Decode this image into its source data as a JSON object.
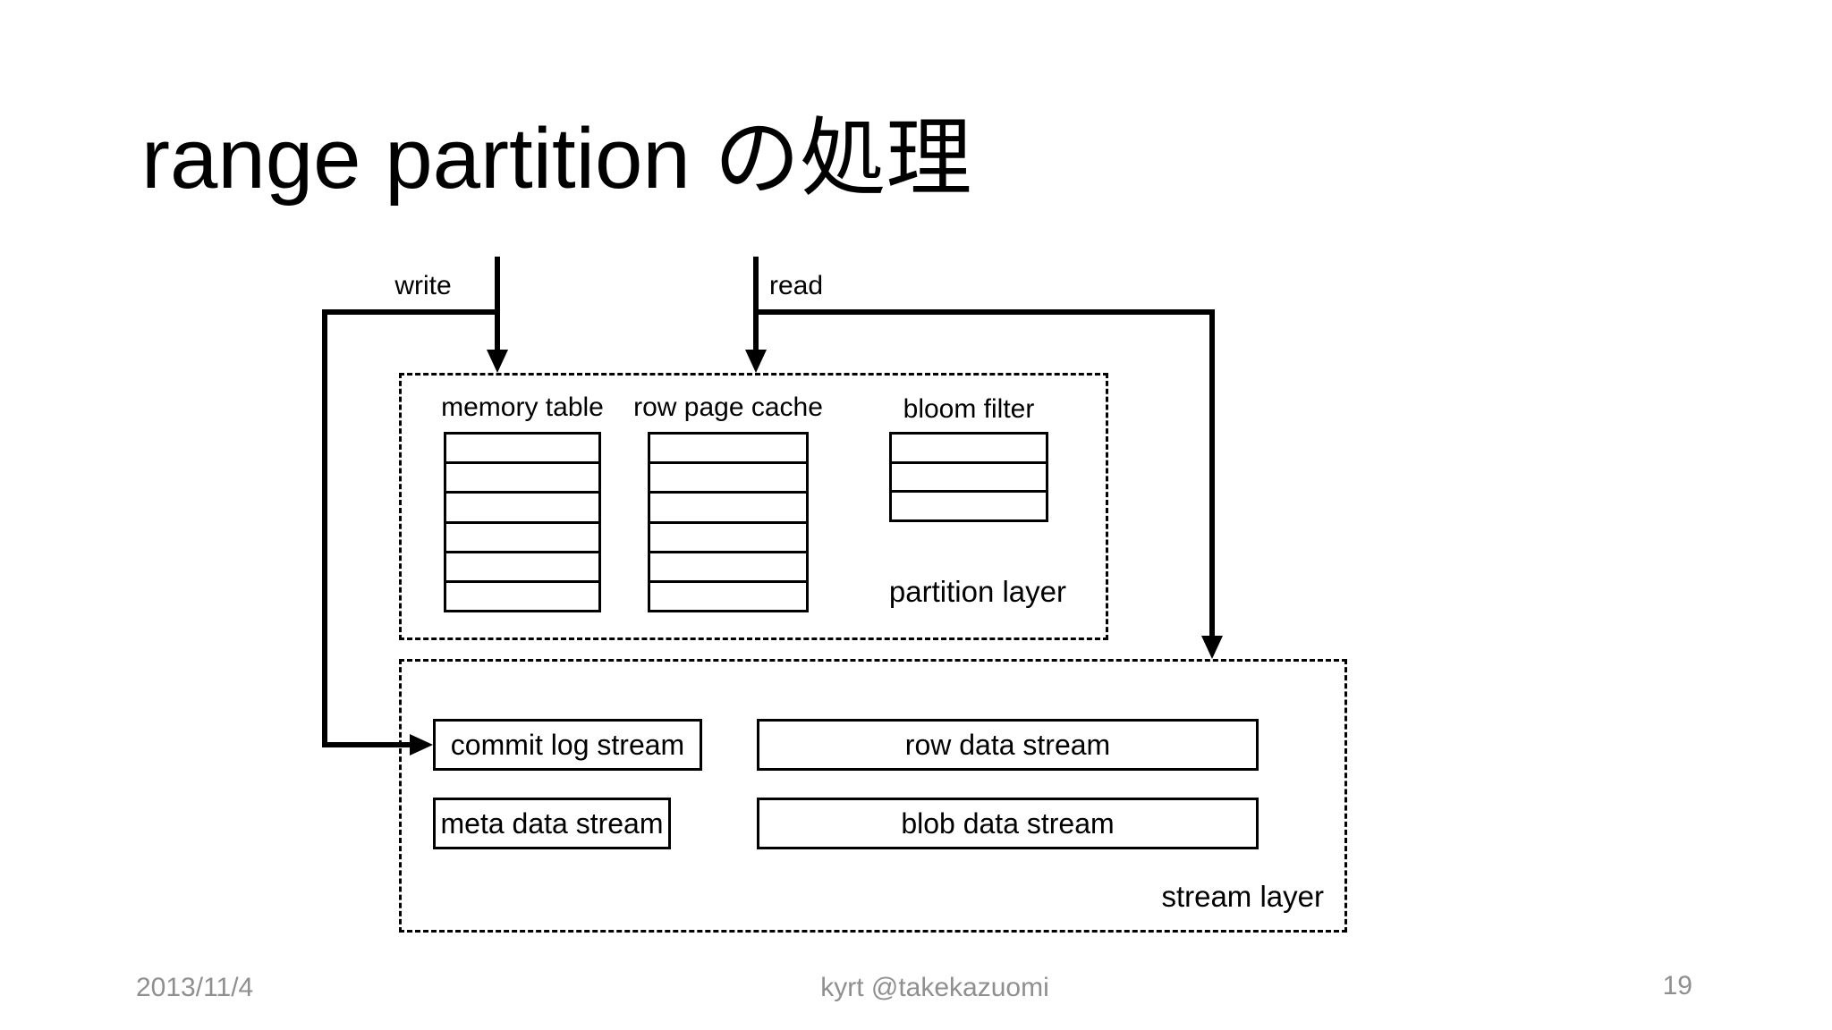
{
  "slide": {
    "title": "range partition の処理",
    "footer": {
      "date": "2013/11/4",
      "author": "kyrt @takekazuomi",
      "page_number": "19"
    }
  },
  "diagram": {
    "flows": {
      "write_label": "write",
      "read_label": "read"
    },
    "partition_layer": {
      "label": "partition layer",
      "components": [
        {
          "name": "memory table",
          "rows": 6
        },
        {
          "name": "row page cache",
          "rows": 6
        },
        {
          "name": "bloom filter",
          "rows": 3
        }
      ]
    },
    "stream_layer": {
      "label": "stream layer",
      "streams": [
        {
          "name": "commit log stream"
        },
        {
          "name": "row data stream"
        },
        {
          "name": "meta data stream"
        },
        {
          "name": "blob data stream"
        }
      ]
    }
  },
  "colors": {
    "background": "#ffffff",
    "line": "#000000",
    "footer_text": "#8f8f8f"
  }
}
